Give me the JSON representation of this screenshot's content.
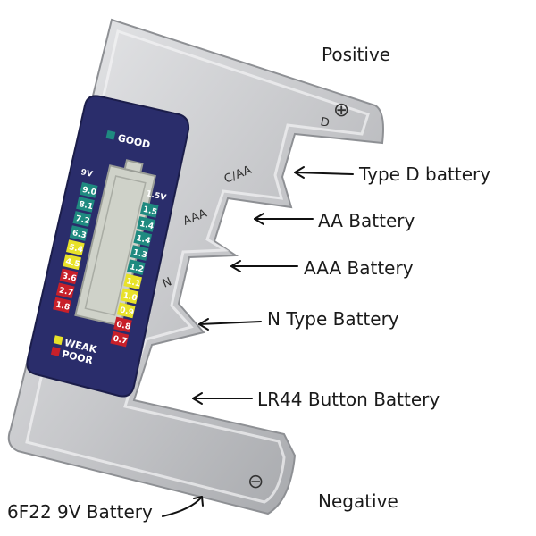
{
  "labels": {
    "positive": "Positive",
    "negative": "Negative",
    "type_d": "Type D battery",
    "aa": "AA Battery",
    "aaa": "AAA Battery",
    "n_type": "N Type Battery",
    "lr44": "LR44 Button Battery",
    "nine_v": "6F22 9V Battery"
  },
  "device": {
    "good": "GOOD",
    "weak": "WEAK",
    "poor": "POOR",
    "slot_d": "D",
    "slot_caa": "C/AA",
    "slot_aaa": "AAA",
    "slot_n": "N",
    "plus_symbol": "⊕",
    "minus_symbol": "⊖",
    "left_header": "9V",
    "right_header": "1.5V",
    "left_scale": [
      "9.0",
      "8.1",
      "7.2",
      "6.3",
      "5.4",
      "4.5",
      "3.6",
      "2.7",
      "1.8"
    ],
    "right_scale": [
      "1.5",
      "1.4",
      "1.4",
      "1.3",
      "1.2",
      "1.1",
      "1.0",
      "0.9",
      "0.8",
      "0.7"
    ]
  },
  "colors": {
    "good": "#1f8a80",
    "weak": "#e8e22a",
    "poor": "#c8202a",
    "panel": "#2a2d6b",
    "body": "#c9cace"
  }
}
